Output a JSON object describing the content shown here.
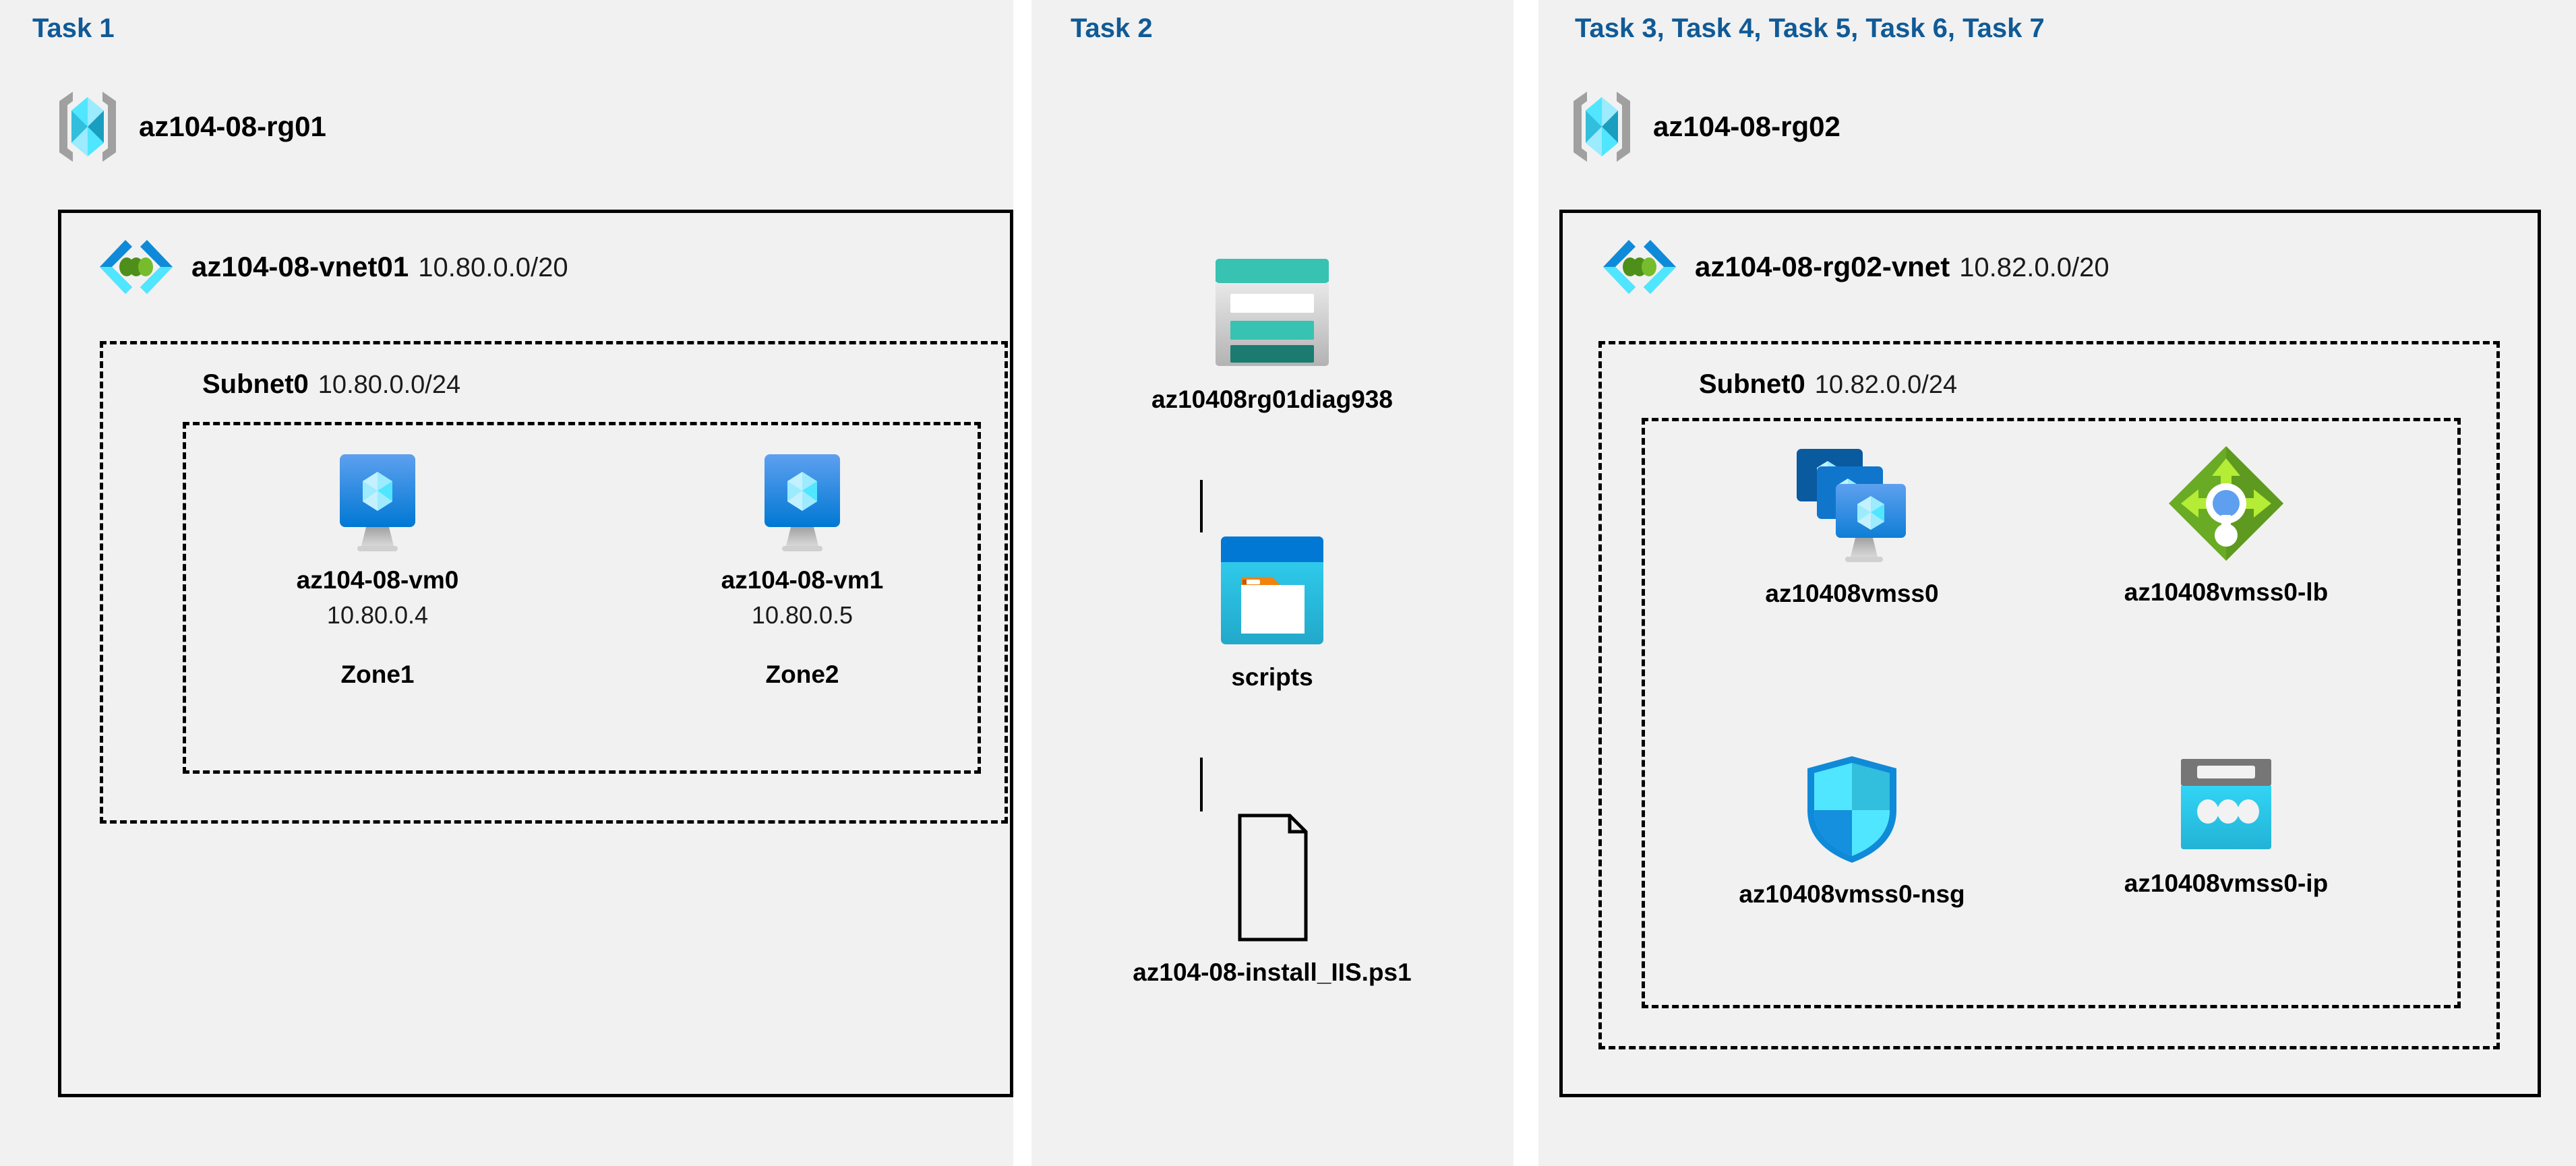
{
  "panels": [
    {
      "task_label": "Task 1"
    },
    {
      "task_label": "Task 2"
    },
    {
      "task_label": "Task 3, Task 4, Task 5, Task 6, Task 7"
    }
  ],
  "task1": {
    "resource_group": {
      "name": "az104-08-rg01",
      "icon": "resource-group-icon"
    },
    "vnet": {
      "name": "az104-08-vnet01",
      "cidr": "10.80.0.0/20",
      "icon": "virtual-network-icon"
    },
    "subnet": {
      "name": "Subnet0",
      "cidr": "10.80.0.0/24"
    },
    "vms": [
      {
        "name": "az104-08-vm0",
        "ip": "10.80.0.4",
        "zone": "Zone1",
        "icon": "virtual-machine-icon"
      },
      {
        "name": "az104-08-vm1",
        "ip": "10.80.0.5",
        "zone": "Zone2",
        "icon": "virtual-machine-icon"
      }
    ]
  },
  "task2": {
    "storage_account": {
      "name": "az10408rg01diag938",
      "icon": "storage-account-icon"
    },
    "container": {
      "name": "scripts",
      "icon": "blob-container-icon"
    },
    "file": {
      "name": "az104-08-install_IIS.ps1",
      "icon": "script-file-icon"
    }
  },
  "task3": {
    "resource_group": {
      "name": "az104-08-rg02",
      "icon": "resource-group-icon"
    },
    "vnet": {
      "name": "az104-08-rg02-vnet",
      "cidr": "10.82.0.0/20",
      "icon": "virtual-network-icon"
    },
    "subnet": {
      "name": "Subnet0",
      "cidr": "10.82.0.0/24"
    },
    "resources": [
      {
        "name": "az10408vmss0",
        "icon": "vm-scale-set-icon"
      },
      {
        "name": "az10408vmss0-lb",
        "icon": "load-balancer-icon"
      },
      {
        "name": "az10408vmss0-nsg",
        "icon": "network-security-group-icon"
      },
      {
        "name": "az10408vmss0-ip",
        "icon": "public-ip-address-icon"
      }
    ]
  },
  "colors": {
    "panel_bg": "#f1f1f1",
    "task_label": "#105a96",
    "border": "#000000",
    "azure_blue": "#0078d4",
    "azure_cyan": "#50e6ff",
    "storage_teal": "#37c2b1",
    "lb_green": "#6aab25",
    "nsg_blue": "#32bedd"
  }
}
